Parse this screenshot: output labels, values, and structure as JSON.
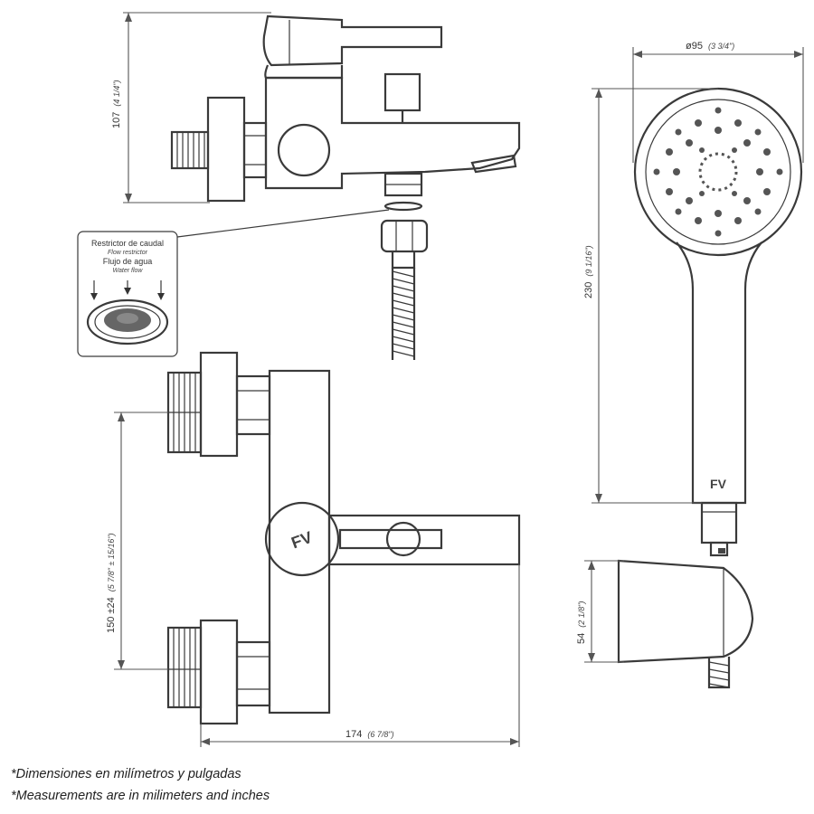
{
  "dimensions": {
    "height_top": {
      "value": "107",
      "imperial": "(4 1/4\")"
    },
    "diameter": {
      "value": "ø95",
      "imperial": "(3 3/4\")"
    },
    "handshower_length": {
      "value": "230",
      "imperial": "(9 1/16\")"
    },
    "bracket_height": {
      "value": "54",
      "imperial": "(2 1/8\")"
    },
    "inlet_spacing": {
      "value": "150 ±24",
      "imperial": "(5 7/8\" ± 15/16\")"
    },
    "width": {
      "value": "174",
      "imperial": "(6 7/8\")"
    }
  },
  "callout": {
    "line1": "Restrictor de caudal",
    "line2": "Flow restrictor",
    "line3": "Flujo de agua",
    "line4": "Water flow"
  },
  "notes": {
    "spanish": "*Dimensiones en milímetros y pulgadas",
    "english": "*Measurements are in milimeters and inches"
  },
  "brand_mark": "FV"
}
